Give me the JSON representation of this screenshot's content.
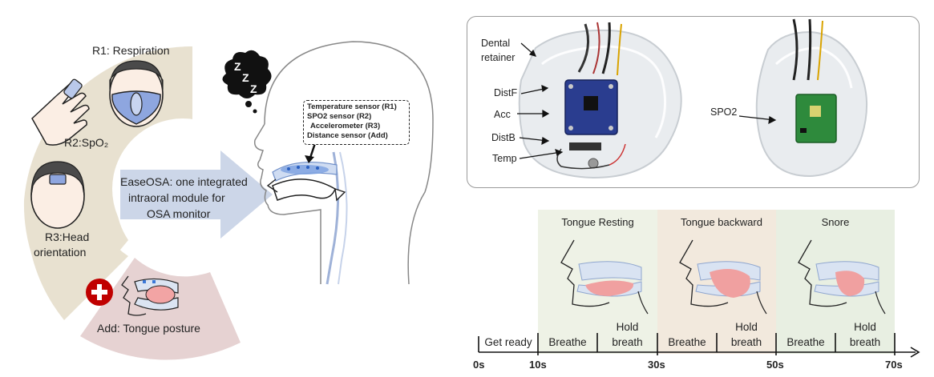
{
  "left": {
    "r1_label": "R1: Respiration",
    "r2_label": "R2:SpO₂",
    "r3_label_line1": "R3:Head",
    "r3_label_line2": "orientation",
    "add_label": "Add: Tongue posture",
    "center_line1": "EaseOSA: one integrated",
    "center_line2": "intraoral module for",
    "center_line3": "OSA monitor",
    "colors": {
      "beige": "#e8e1d0",
      "pink": "#e6d2d2",
      "mask_blue": "#8ea6df",
      "red_plus": "#c00000"
    }
  },
  "sensors": {
    "temperature": "Temperature sensor (R1)",
    "spo2": "SPO2 sensor (R2)",
    "accel": "Accelerometer (R3)",
    "distance": "Distance sensor (Add)"
  },
  "photos": {
    "dental_line1": "Dental",
    "dental_line2": "retainer",
    "distf": "DistF",
    "acc": "Acc",
    "distb": "DistB",
    "temp": "Temp",
    "spo2": "SPO2"
  },
  "protocol": {
    "phases": [
      {
        "title": "Tongue Resting",
        "color": "#eef2e6"
      },
      {
        "title": "Tongue backward",
        "color": "#f2e9dd"
      },
      {
        "title": "Snore",
        "color": "#e8efe2"
      }
    ],
    "segments": {
      "get_ready": "Get ready",
      "breathe1": "Breathe",
      "hold1_line1": "Hold",
      "hold1_line2": "breath",
      "breathe2": "Breathe",
      "hold2_line1": "Hold",
      "hold2_line2": "breath",
      "breathe3": "Breathe",
      "hold3_line1": "Hold",
      "hold3_line2": "breath"
    },
    "ticks": [
      "0s",
      "10s",
      "30s",
      "50s",
      "70s"
    ]
  }
}
